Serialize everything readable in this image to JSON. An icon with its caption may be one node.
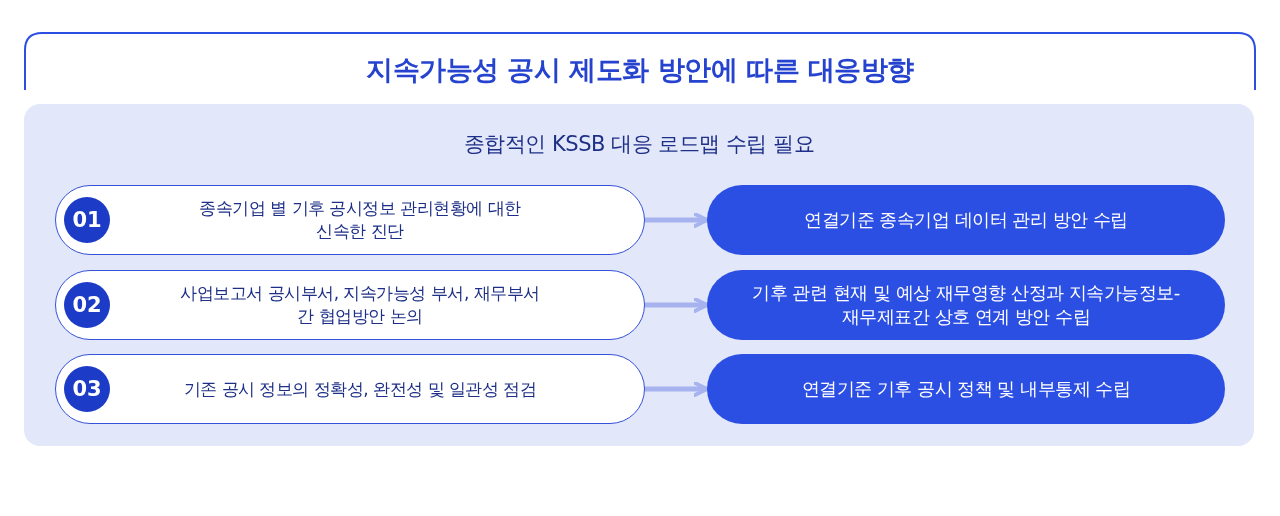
{
  "diagram": {
    "title": "지속가능성 공시 제도화 방안에 따른 대응방향",
    "nodes": [
      {
        "text": [
          "종합적인 KSSB 대응 로드맵 수립 필요"
        ]
      },
      {
        "text": [
          "01",
          "종속기업 별 기후 공시정보 관리현황에 대한 신속한 진단"
        ],
        "in": 0
      },
      {
        "text": [
          "연결기준 종속기업 데이터 관리 방안 수립"
        ],
        "in": 0
      },
      {
        "text": [
          "02",
          "사업보고서 공시부서, 지속가능성 부서, 재무부서 간 협업방안 논의"
        ],
        "in": 0
      },
      {
        "text": [
          "기후 관련 현재 및 예상 재무영향 산정과 지속가능정보-재무제표간 상호 연계 방안 수립"
        ],
        "in": 0
      },
      {
        "text": [
          "03",
          "기존 공시 정보의 정확성, 완전성 및 일관성 점검"
        ],
        "in": 0
      },
      {
        "text": [
          "연결기준 기후 공시 정책 및 내부통제 수립"
        ],
        "in": 0
      }
    ],
    "edges": [
      {
        "from": 1,
        "to": 2,
        "arrow": "to"
      },
      {
        "from": 3,
        "to": 4,
        "arrow": "to"
      },
      {
        "from": 5,
        "to": 6,
        "arrow": "to"
      }
    ]
  }
}
